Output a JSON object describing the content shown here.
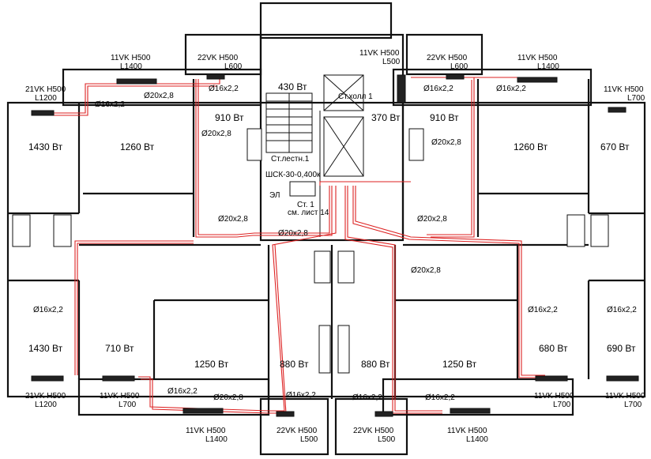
{
  "rooms": [
    {
      "id": "r1",
      "text": "1430 Вт"
    },
    {
      "id": "r2",
      "text": "1260 Вт"
    },
    {
      "id": "r3",
      "text": "910 Вт"
    },
    {
      "id": "r4",
      "text": "430 Вт"
    },
    {
      "id": "r5",
      "text": "370 Вт"
    },
    {
      "id": "r6",
      "text": "910 Вт"
    },
    {
      "id": "r7",
      "text": "1260 Вт"
    },
    {
      "id": "r8",
      "text": "670 Вт"
    },
    {
      "id": "r9",
      "text": "1430 Вт"
    },
    {
      "id": "r10",
      "text": "710 Вт"
    },
    {
      "id": "r11",
      "text": "1250 Вт"
    },
    {
      "id": "r12",
      "text": "880 Вт"
    },
    {
      "id": "r13",
      "text": "880 Вт"
    },
    {
      "id": "r14",
      "text": "1250 Вт"
    },
    {
      "id": "r15",
      "text": "680 Вт"
    },
    {
      "id": "r16",
      "text": "690 Вт"
    }
  ],
  "radiators": [
    {
      "id": "t1",
      "l1": "21VK H500",
      "l2": "L1200"
    },
    {
      "id": "t2",
      "l1": "11VK H500",
      "l2": "L1400"
    },
    {
      "id": "t3",
      "l1": "22VK H500",
      "l2": "L600"
    },
    {
      "id": "t4",
      "l1": "11VK H500",
      "l2": "L500"
    },
    {
      "id": "t5",
      "l1": "22VK H500",
      "l2": "L600"
    },
    {
      "id": "t6",
      "l1": "11VK H500",
      "l2": "L1400"
    },
    {
      "id": "t7",
      "l1": "11VK H500",
      "l2": "L700"
    },
    {
      "id": "b1",
      "l1": "21VK H500",
      "l2": "L1200"
    },
    {
      "id": "b2",
      "l1": "11VK H500",
      "l2": "L700"
    },
    {
      "id": "b3",
      "l1": "11VK H500",
      "l2": "L1400"
    },
    {
      "id": "b4",
      "l1": "22VK H500",
      "l2": "L500"
    },
    {
      "id": "b5",
      "l1": "22VK H500",
      "l2": "L500"
    },
    {
      "id": "b6",
      "l1": "11VK H500",
      "l2": "L1400"
    },
    {
      "id": "b7",
      "l1": "11VK H500",
      "l2": "L700"
    },
    {
      "id": "b8",
      "l1": "11VK H500",
      "l2": "L700"
    }
  ],
  "pipes": {
    "d16": "Ø16x2,2",
    "d20": "Ø20x2,8"
  },
  "risers": {
    "hall": "Ст.холл 1",
    "stair": "Ст.лестн.1",
    "riser": "Ст. 1",
    "sheet": "см. лист 14",
    "el": "ЭЛ",
    "cabinet": "ШСК-30-0,400к"
  }
}
